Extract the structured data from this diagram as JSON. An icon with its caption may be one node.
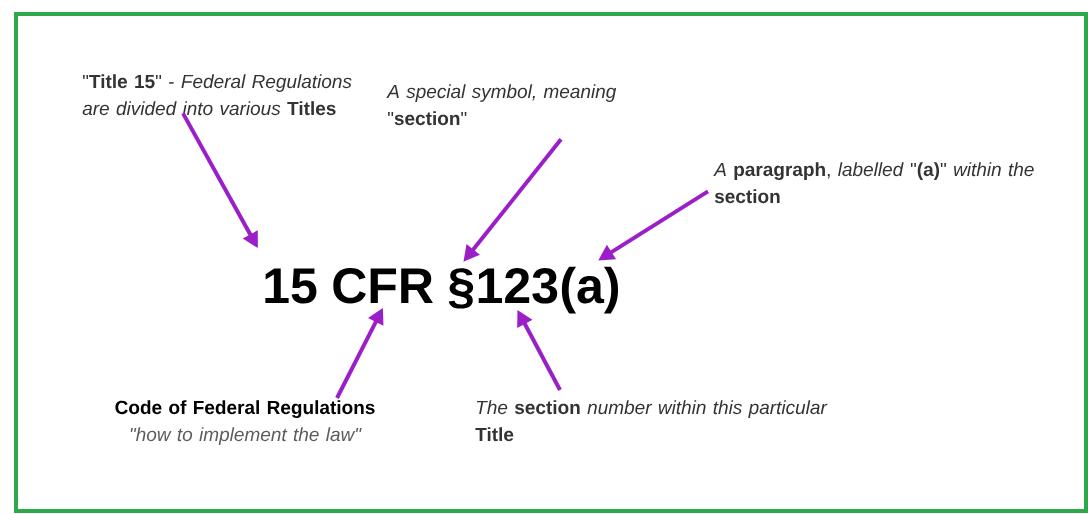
{
  "diagram": {
    "nodes": [
      {
        "text": [
          "\"**Title 15**\" - *Federal Regulations are divided into various* **Titles**"
        ]
      },
      {
        "text": [
          "*A special symbol, meaning* \"**section**\""
        ]
      },
      {
        "text": [
          "*A* **paragraph**, *labelled* \"**(a)**\" *within the* **section**"
        ]
      },
      {
        "text": [
          "15"
        ]
      },
      {
        "text": [
          "CFR"
        ]
      },
      {
        "text": [
          "§"
        ]
      },
      {
        "text": [
          "123"
        ]
      },
      {
        "text": [
          "(a)"
        ]
      },
      {
        "text": [
          "Code of Federal Regulations",
          "\"how to implement the law\""
        ]
      },
      {
        "text": [
          "*The* **section** *number within this particular* **Title**"
        ]
      }
    ],
    "edges": [
      {
        "from": 0,
        "to": 3,
        "arrow": "to"
      },
      {
        "from": 1,
        "to": 5,
        "arrow": "to"
      },
      {
        "from": 2,
        "to": 7,
        "arrow": "to"
      },
      {
        "from": 8,
        "to": 4,
        "arrow": "to"
      },
      {
        "from": 9,
        "to": 6,
        "arrow": "to"
      }
    ]
  }
}
